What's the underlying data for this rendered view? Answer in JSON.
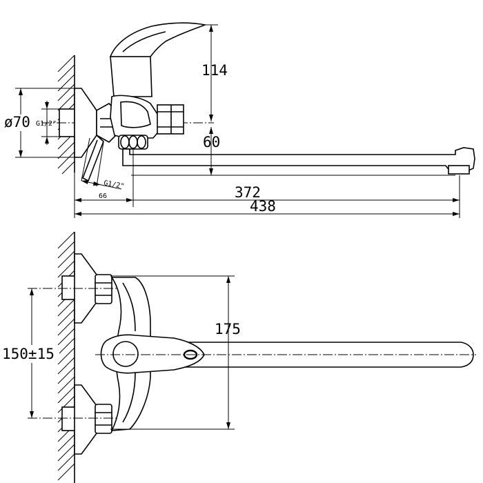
{
  "side_view": {
    "height_label": "114",
    "diameter_label": "ø70",
    "inlet_thread_label": "G1/2\"",
    "outlet_thread_label": "G1/2\"",
    "spout_drop_label": "60",
    "offset_label": "66",
    "spout_reach_label": "372",
    "total_length_label": "438"
  },
  "top_view": {
    "spout_length_label": "175",
    "centers_label": "150±15"
  }
}
